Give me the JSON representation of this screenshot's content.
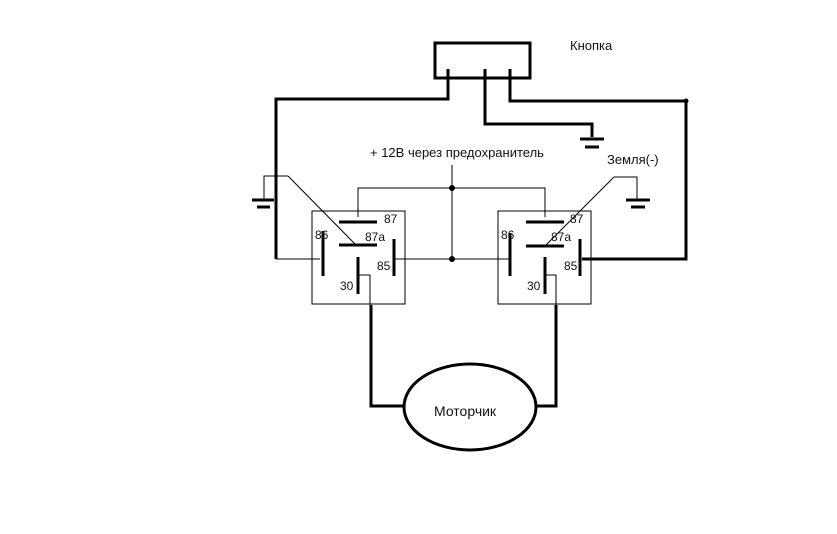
{
  "diagram": {
    "title": "Relay reversing circuit for motor",
    "button_label": "Кнопка",
    "supply_label": "+ 12В через предохранитель",
    "ground_label": "Земля(-)",
    "motor_label": "Моторчик",
    "relays": [
      {
        "name": "left-relay",
        "pins": {
          "p87": "87",
          "p87a": "87a",
          "p86": "86",
          "p85": "85",
          "p30": "30"
        }
      },
      {
        "name": "right-relay",
        "pins": {
          "p87": "87",
          "p87a": "87a",
          "p86": "86",
          "p85": "85",
          "p30": "30"
        }
      }
    ],
    "colors": {
      "line": "#000000",
      "background": "#ffffff"
    }
  }
}
